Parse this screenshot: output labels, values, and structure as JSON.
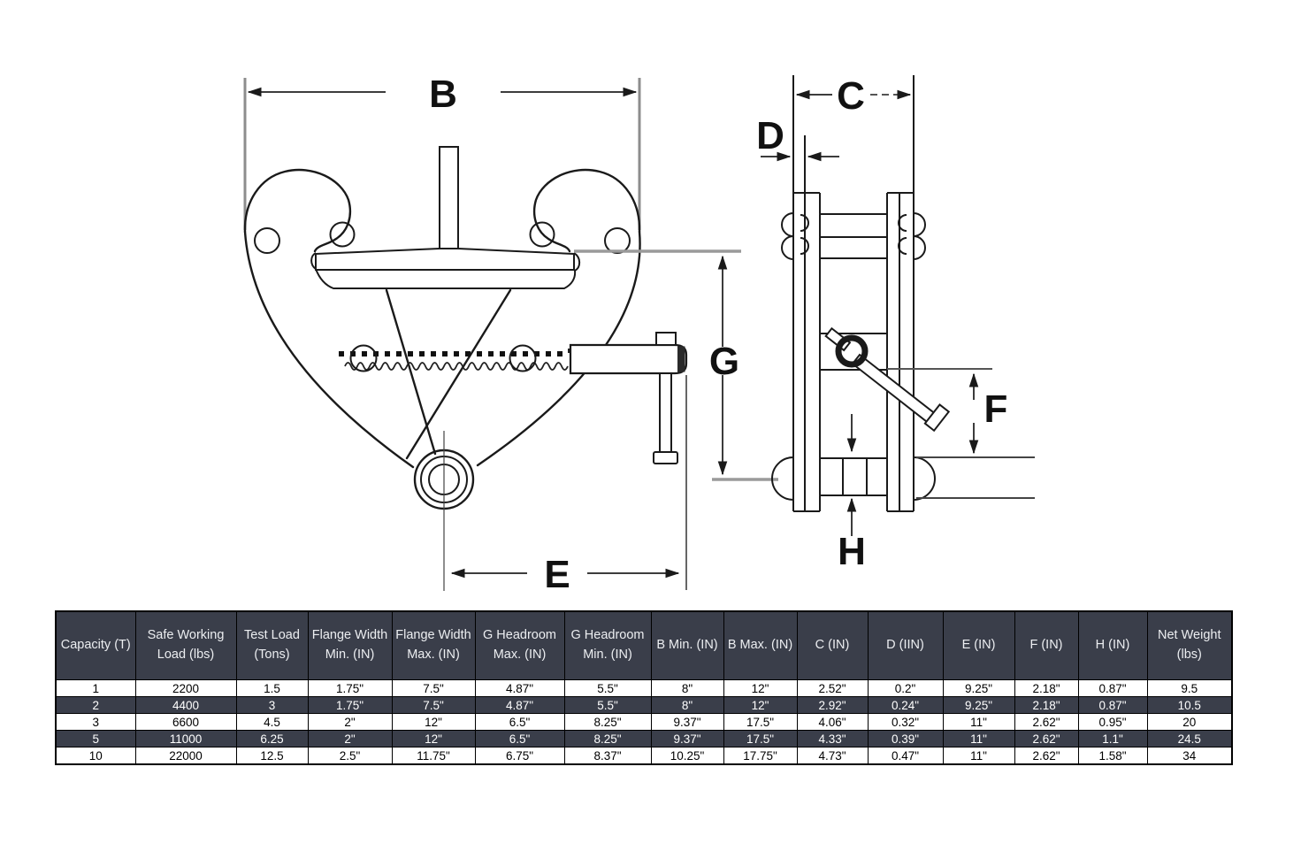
{
  "diagram": {
    "labels": {
      "b": "B",
      "c": "C",
      "d": "D",
      "e": "E",
      "f": "F",
      "g": "G",
      "h": "H"
    }
  },
  "table": {
    "columns": [
      "Capacity (T)",
      "Safe Working Load (lbs)",
      "Test Load (Tons)",
      "Flange Width Min. (IN)",
      "Flange Width Max. (IN)",
      "G Headroom Max. (IN)",
      "G Headroom Min. (IN)",
      "B Min. (IN)",
      "B Max. (IN)",
      "C (IN)",
      "D (IIN)",
      "E (IN)",
      "F (IN)",
      "H (IN)",
      "Net Weight (lbs)"
    ],
    "rows": [
      [
        "1",
        "2200",
        "1.5",
        "1.75\"",
        "7.5\"",
        "4.87\"",
        "5.5\"",
        "8\"",
        "12\"",
        "2.52\"",
        "0.2\"",
        "9.25\"",
        "2.18\"",
        "0.87\"",
        "9.5"
      ],
      [
        "2",
        "4400",
        "3",
        "1.75\"",
        "7.5\"",
        "4.87\"",
        "5.5\"",
        "8\"",
        "12\"",
        "2.92\"",
        "0.24\"",
        "9.25\"",
        "2.18\"",
        "0.87\"",
        "10.5"
      ],
      [
        "3",
        "6600",
        "4.5",
        "2\"",
        "12\"",
        "6.5\"",
        "8.25\"",
        "9.37\"",
        "17.5\"",
        "4.06\"",
        "0.32\"",
        "11\"",
        "2.62\"",
        "0.95\"",
        "20"
      ],
      [
        "5",
        "11000",
        "6.25",
        "2\"",
        "12\"",
        "6.5\"",
        "8.25\"",
        "9.37\"",
        "17.5\"",
        "4.33\"",
        "0.39\"",
        "11\"",
        "2.62\"",
        "1.1\"",
        "24.5"
      ],
      [
        "10",
        "22000",
        "12.5",
        "2.5\"",
        "11.75\"",
        "6.75\"",
        "8.37\"",
        "10.25\"",
        "17.75\"",
        "4.73\"",
        "0.47\"",
        "11\"",
        "2.62\"",
        "1.58\"",
        "34"
      ]
    ],
    "striped_row_indices": [
      1,
      3
    ],
    "style": {
      "header_bg": "#3a3e4a",
      "header_text": "#eceef1",
      "stripe_bg": "#3a3e4a",
      "stripe_text": "#ffffff",
      "row_bg": "#ffffff",
      "row_text": "#000000",
      "border_color": "#000000"
    }
  }
}
